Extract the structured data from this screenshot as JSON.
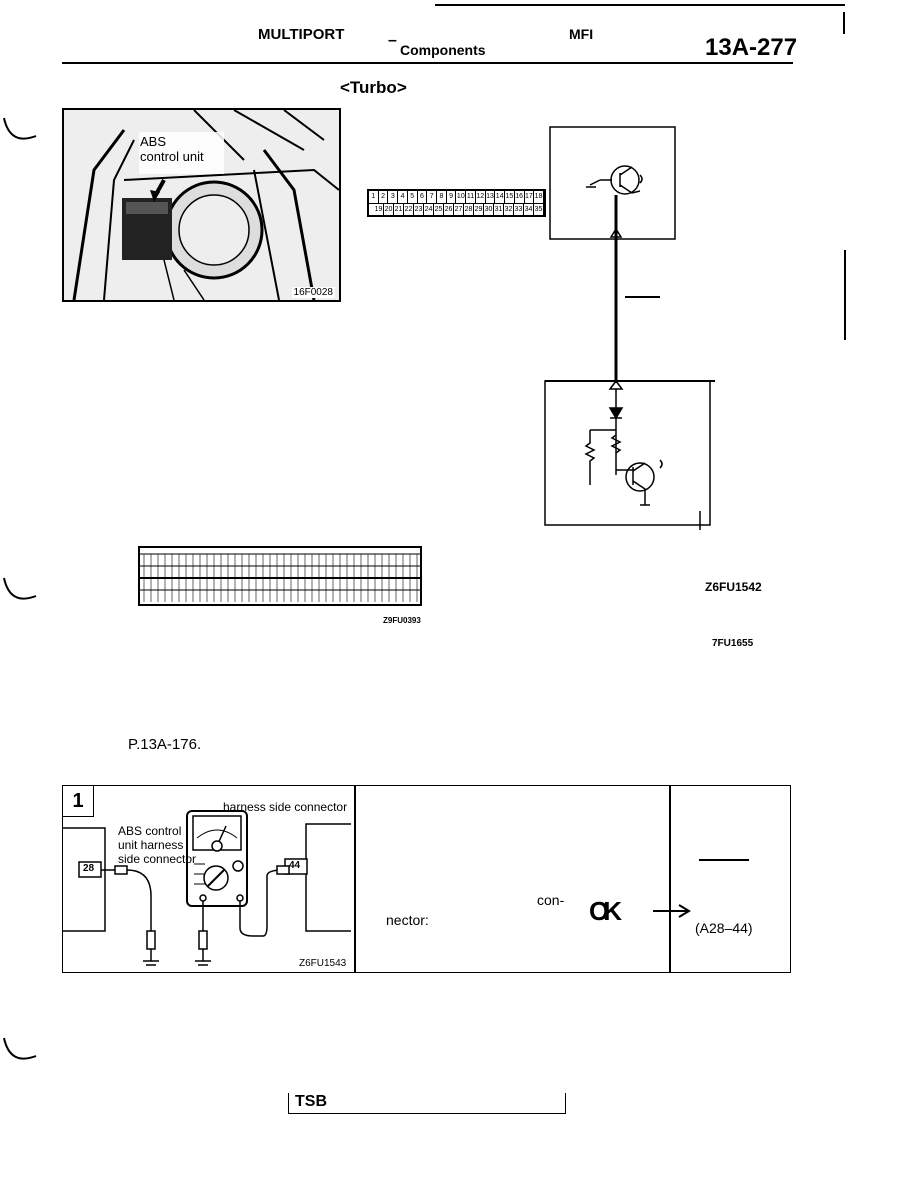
{
  "header": {
    "section": "MULTIPORT",
    "dash": "–",
    "sub": "Components",
    "system": "MFI",
    "page": "13A-277"
  },
  "variant": "<Turbo>",
  "photo": {
    "label_line1": "ABS",
    "label_line2": "control unit",
    "code": "16F0028"
  },
  "connector_small": {
    "row1": [
      "1",
      "2",
      "3",
      "4",
      "5",
      "6",
      "7",
      "8",
      "9",
      "10",
      "11",
      "12",
      "13",
      "14",
      "15",
      "16",
      "17",
      "18"
    ],
    "row2": [
      "19",
      "20",
      "21",
      "22",
      "23",
      "24",
      "25",
      "26",
      "27",
      "28",
      "29",
      "30",
      "31",
      "32",
      "33",
      "34",
      "35"
    ]
  },
  "codes": {
    "circuit": "Z6FU1542",
    "connector_large": "Z9FU0393",
    "aux": "7FU1655"
  },
  "reference": "P.13A-176.",
  "step": {
    "number": "1",
    "harness_label": "harness side connector",
    "abs_label_line1": "ABS control",
    "abs_label_line2": "unit harness",
    "abs_label_line3": "side connector",
    "pin_left": "28",
    "pin_right": "44",
    "code": "Z6FU1543",
    "text_con": "con-",
    "text_nector": "nector:",
    "ok": "OK",
    "result": "(A28–44)"
  },
  "footer": {
    "tsb": "TSB"
  }
}
